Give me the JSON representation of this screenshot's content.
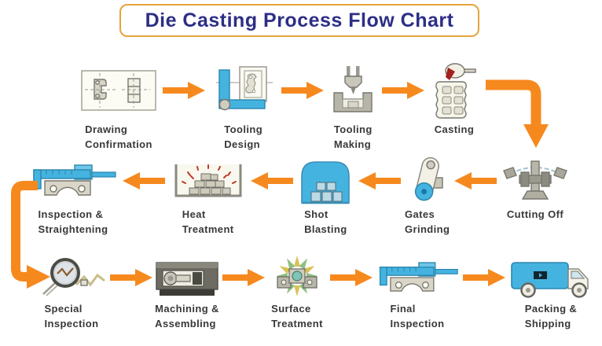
{
  "title": "Die Casting Process Flow Chart",
  "colors": {
    "arrow_orange": "#f6891e",
    "title_text": "#2d2e86",
    "title_border": "#e5a43c",
    "icon_blue": "#45b3e0",
    "label_text": "#383838",
    "molten_red": "#a32020"
  },
  "rows": {
    "row1": [
      {
        "id": "drawing-confirmation",
        "line1": "Drawing",
        "line2": "Confirmation"
      },
      {
        "id": "tooling-design",
        "line1": "Tooling",
        "line2": "Design"
      },
      {
        "id": "tooling-making",
        "line1": "Tooling",
        "line2": "Making"
      },
      {
        "id": "casting",
        "line1": "Casting",
        "line2": ""
      }
    ],
    "row2": [
      {
        "id": "inspection-straightening",
        "line1": "Inspection &",
        "line2": "Straightening"
      },
      {
        "id": "heat-treatment",
        "line1": "Heat",
        "line2": "Treatment"
      },
      {
        "id": "shot-blasting",
        "line1": "Shot",
        "line2": "Blasting"
      },
      {
        "id": "gates-grinding",
        "line1": "Gates",
        "line2": "Grinding"
      },
      {
        "id": "cutting-off",
        "line1": "Cutting Off",
        "line2": ""
      }
    ],
    "row3": [
      {
        "id": "special-inspection",
        "line1": "Special",
        "line2": "Inspection"
      },
      {
        "id": "machining-assembling",
        "line1": "Machining &",
        "line2": "Assembling"
      },
      {
        "id": "surface-treatment",
        "line1": "Surface",
        "line2": "Treatment"
      },
      {
        "id": "final-inspection",
        "line1": "Final",
        "line2": "Inspection"
      },
      {
        "id": "packing-shipping",
        "line1": "Packing &",
        "line2": "Shipping"
      }
    ]
  }
}
